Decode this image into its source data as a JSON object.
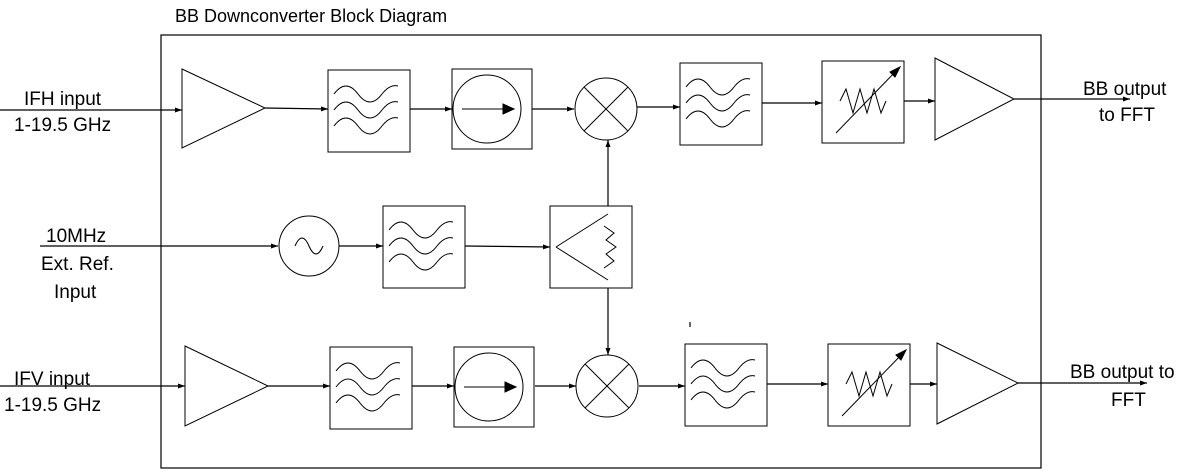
{
  "title": "BB Downconverter Block Diagram",
  "inputs": {
    "ifh": {
      "line1": "IFH input",
      "line2": "1-19.5 GHz"
    },
    "ref": {
      "line1": "10MHz",
      "line2": "Ext. Ref.",
      "line3": "Input"
    },
    "ifv": {
      "line1": "IFV input",
      "line2": "1-19.5 GHz"
    }
  },
  "outputs": {
    "top": {
      "line1": "BB output",
      "line2": "to FFT"
    },
    "bottom": {
      "line1": "BB output to",
      "line2": "FFT"
    }
  }
}
